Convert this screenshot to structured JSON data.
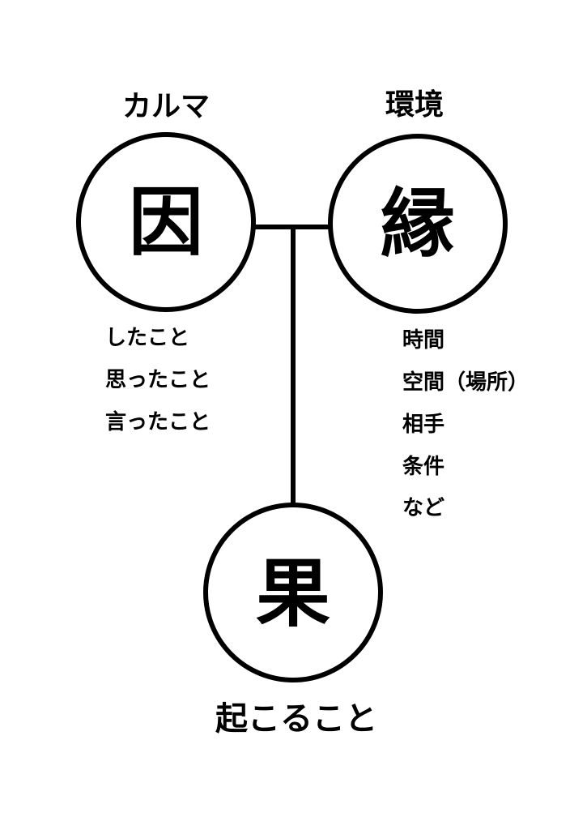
{
  "cause": {
    "label": "カルマ",
    "symbol": "因",
    "items": [
      "したこと",
      "思ったこと",
      "言ったこと"
    ]
  },
  "condition": {
    "label": "環境",
    "symbol": "縁",
    "items": [
      "時間",
      "空間（場所）",
      "相手",
      "条件",
      "など"
    ]
  },
  "effect": {
    "symbol": "果",
    "label": "起こること"
  }
}
